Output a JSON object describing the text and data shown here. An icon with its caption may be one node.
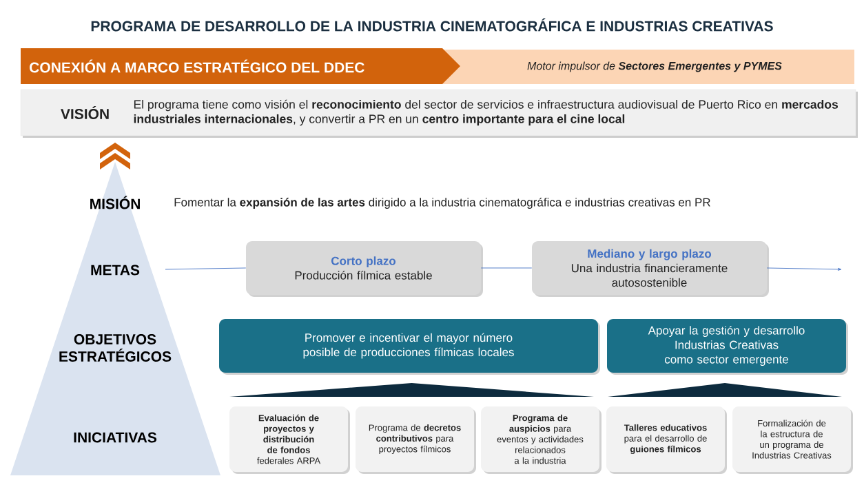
{
  "diagram": {
    "title": "PROGRAMA DE DESARROLLO DE LA INDUSTRIA CINEMATOGRÁFICA E INDUSTRIAS CREATIVAS",
    "nodes": [
      {
        "text": [
          "CONEXIÓN A MARCO ESTRATÉGICO  DEL DDEC"
        ]
      },
      {
        "text": [
          "Motor impulsor de **Sectores Emergentes y PYMES**"
        ]
      },
      {
        "text": [
          "VISIÓN",
          "El programa tiene como visión el **reconocimiento** del sector de servicios e infraestructura audiovisual de Puerto Rico en **mercados industriales internacionales**, y convertir a PR en un **centro importante para el cine local**"
        ]
      },
      {
        "text": [
          "Corto plazo",
          "Producción fílmica estable"
        ]
      },
      {
        "text": [
          "Mediano y largo plazo",
          "Una industria financieramente autosostenible"
        ]
      },
      {
        "text": [
          "Promover e incentivar el mayor número posible de producciones fílmicas locales"
        ]
      },
      {
        "text": [
          "Apoyar la gestión y desarrollo Industrias Creativas como sector emergente"
        ]
      },
      {
        "text": [],
        "shape": "triangle"
      },
      {
        "text": [],
        "shape": "triangle"
      },
      {
        "text": [
          "**Evaluación de proyectos y distribución de fondos** federales ARPA"
        ]
      },
      {
        "text": [
          "Programa de **decretos contributivos** para proyectos fílmicos"
        ]
      },
      {
        "text": [
          "**Programa de auspicios** para eventos y actividades relacionados a la industria"
        ]
      },
      {
        "text": [
          "**Talleres educativos** para el desarrollo de **guiones fílmicos**"
        ]
      },
      {
        "text": [
          "Formalización de la estructura de un programa de Industrias Creativas"
        ]
      }
    ],
    "edges": [
      {
        "from": null,
        "to": 3,
        "arrow": "none"
      },
      {
        "from": 3,
        "to": 4,
        "arrow": "none"
      },
      {
        "from": 4,
        "to": null,
        "arrow": "to"
      }
    ],
    "labels": [
      "MISIÓN",
      "Fomentar la **expansión de las artes** dirigido a la industria cinematográfica e industrias creativas en PR",
      "METAS",
      "OBJETIVOS ESTRATÉGICOS",
      "INICIATIVAS"
    ]
  }
}
